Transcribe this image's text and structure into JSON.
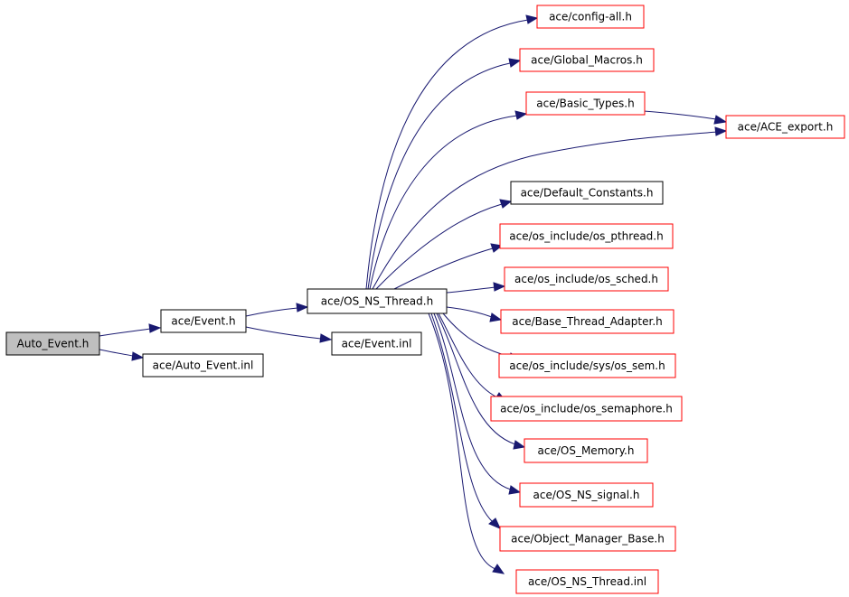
{
  "colors": {
    "edge": "#191970",
    "red_border": "#ff0000",
    "black_border": "#000000",
    "root_fill": "#bfbfbf"
  },
  "nodes": {
    "auto_event_h": "Auto_Event.h",
    "event_h": "ace/Event.h",
    "auto_event_inl": "ace/Auto_Event.inl",
    "os_ns_thread_h": "ace/OS_NS_Thread.h",
    "event_inl": "ace/Event.inl",
    "config_all_h": "ace/config-all.h",
    "global_macros_h": "ace/Global_Macros.h",
    "basic_types_h": "ace/Basic_Types.h",
    "ace_export_h": "ace/ACE_export.h",
    "default_constants_h": "ace/Default_Constants.h",
    "os_pthread_h": "ace/os_include/os_pthread.h",
    "os_sched_h": "ace/os_include/os_sched.h",
    "base_thread_adapter_h": "ace/Base_Thread_Adapter.h",
    "os_sem_h": "ace/os_include/sys/os_sem.h",
    "os_semaphore_h": "ace/os_include/os_semaphore.h",
    "os_memory_h": "ace/OS_Memory.h",
    "os_ns_signal_h": "ace/OS_NS_signal.h",
    "object_manager_base_h": "ace/Object_Manager_Base.h",
    "os_ns_thread_inl": "ace/OS_NS_Thread.inl"
  }
}
